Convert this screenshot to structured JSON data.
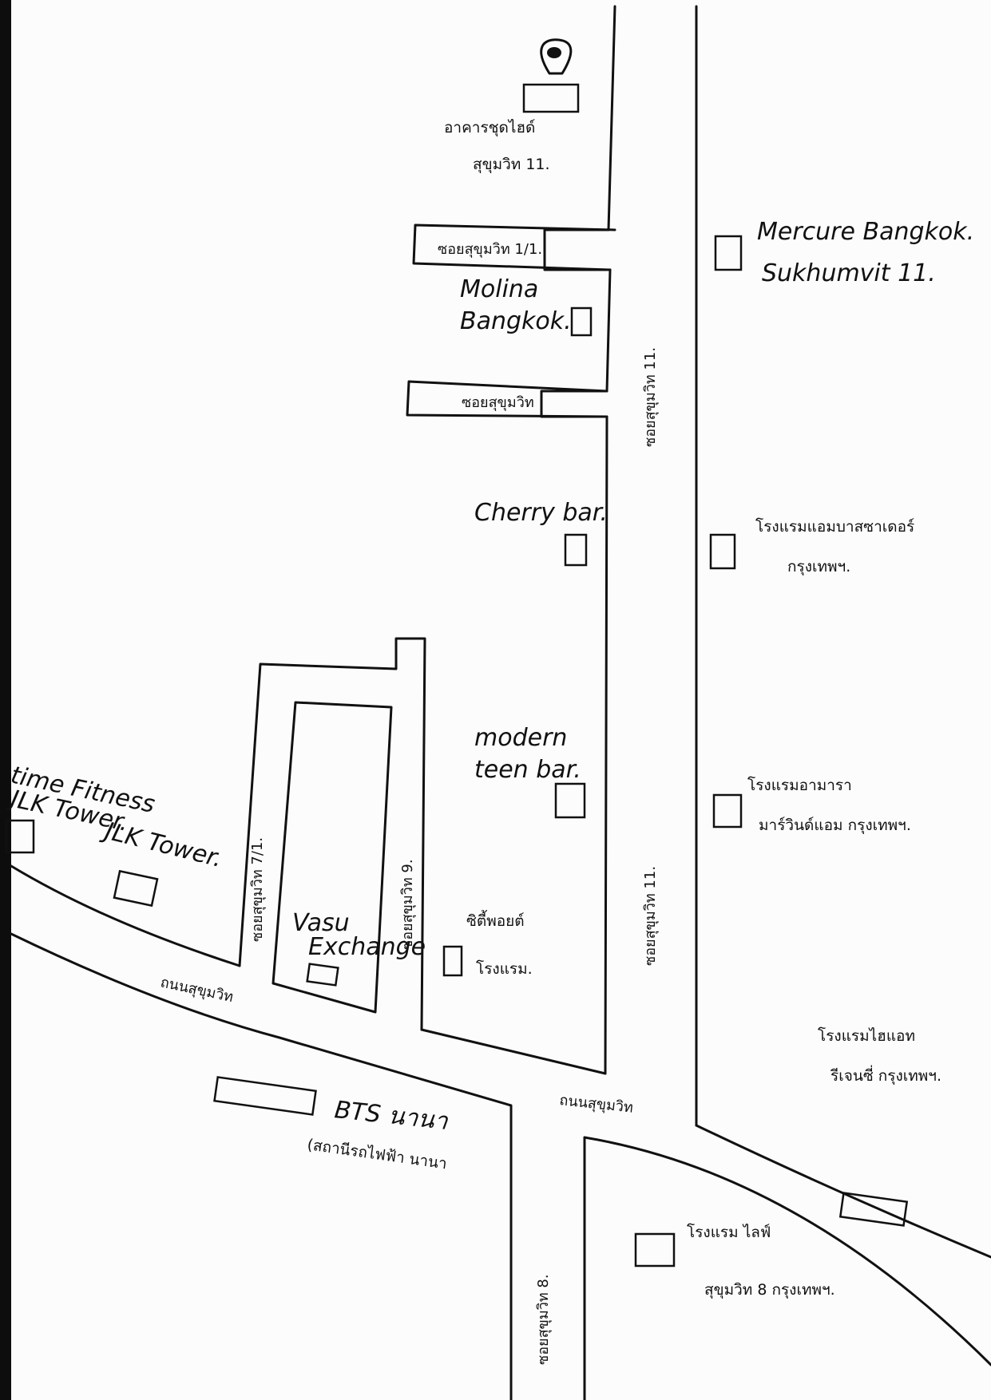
{
  "map": {
    "pin_icon": "location-pin-icon",
    "landmarks": {
      "condo": {
        "line1": "อาคารชุดไฮด์",
        "line2": "สุขุมวิท 11."
      },
      "mercure": {
        "line1": "Mercure Bangkok.",
        "line2": "Sukhumvit 11."
      },
      "molina": {
        "line1": "Molina",
        "line2": "Bangkok."
      },
      "cherry": {
        "line1": "Cherry bar."
      },
      "ambassador": {
        "line1": "โรงแรมแอมบาสซาเดอร์",
        "line2": "กรุงเทพฯ."
      },
      "modern": {
        "line1": "modern",
        "line2": "teen bar."
      },
      "fitness": {
        "line1": "time Fitness",
        "line2": "JLK Tower."
      },
      "jlk": {
        "line1": "JLK Tower."
      },
      "vasu": {
        "line1": "Vasu",
        "line2": "Exchange"
      },
      "citypoint": {
        "line1": "ซิตี้พอยต์",
        "line2": "โรงแรม."
      },
      "dream": {
        "line1": "โรงแรมอามารา",
        "line2": "มาร์วินด์แอม กรุงเทพฯ."
      },
      "tryp": {
        "line1": "โรงแรมไฮแอท",
        "line2": "รีเจนซี่ กรุงเทพฯ."
      },
      "bts": {
        "line1": "BTS นานา",
        "line2": "(สถานีรถไฟฟ้า นานา"
      },
      "hotel8": {
        "line1": "โรงแรม ไลฟ์",
        "line2": "สุขุมวิท 8 กรุงเทพฯ."
      }
    },
    "roads": {
      "soi_11_1": "ซอยสุขุมวิท 1/1.",
      "soi_upper": "ซอยสุขุมวิท",
      "soi_11_top": "ซอยสุขุมวิท 11.",
      "soi_11_bottom": "ซอยสุขุมวิท 11.",
      "soi_7_1": "ซอยสุขุมวิท 7/1.",
      "soi_9": "ซอยสุขุมวิท 9.",
      "sukhumvit_left": "ถนนสุขุมวิท",
      "sukhumvit_right": "ถนนสุขุมวิท",
      "soi_8": "ซอยสุขุมวิท 8."
    }
  }
}
